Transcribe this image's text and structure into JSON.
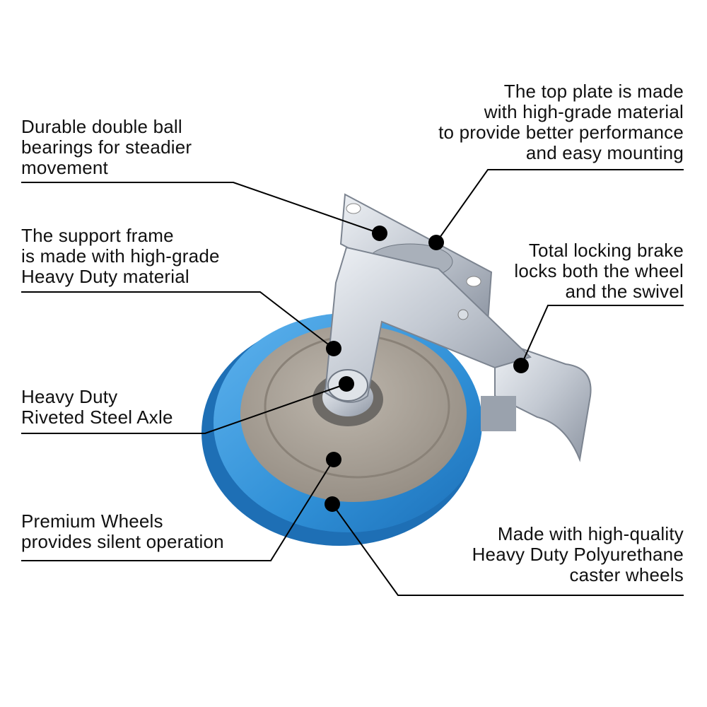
{
  "callouts": {
    "bearings": "Durable double ball\nbearings for steadier\nmovement",
    "frame": "The support frame\nis made with high-grade\nHeavy Duty material",
    "axle": "Heavy Duty\nRiveted Steel Axle",
    "wheels": "Premium Wheels\nprovides silent operation",
    "top_plate": "The top plate is made\nwith high-grade material\nto provide better performance\nand easy mounting",
    "brake": "Total locking brake\nlocks both the wheel\nand the swivel",
    "polyurethane": "Made with high-quality\nHeavy Duty Polyurethane\ncaster wheels"
  },
  "colors": {
    "wheel_blue": "#2f8fd6",
    "hub_grey": "#a69f95",
    "steel": "#c9ced6",
    "line": "#000000"
  }
}
